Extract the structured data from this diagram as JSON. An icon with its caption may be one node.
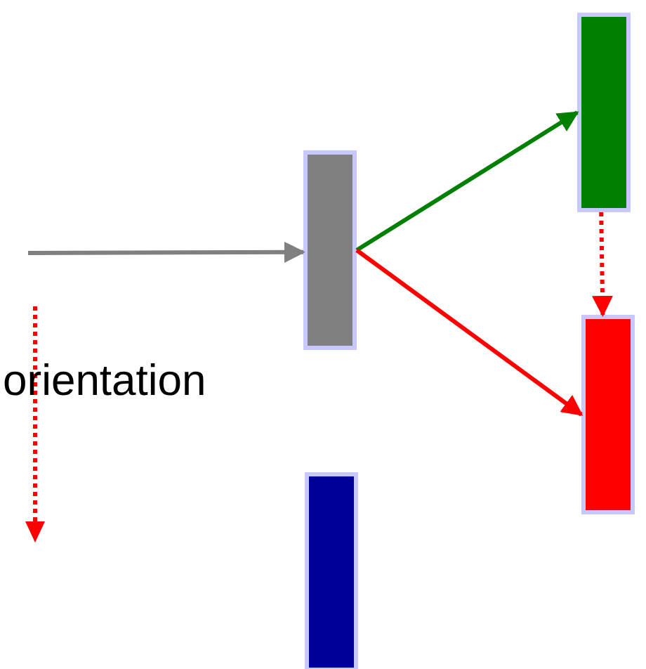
{
  "diagram": {
    "nodes": [
      {
        "text": [],
        "shape": "bar"
      },
      {
        "text": [],
        "shape": "bar"
      },
      {
        "text": [],
        "shape": "bar"
      },
      {
        "text": [],
        "shape": "bar"
      }
    ],
    "edges": [
      {
        "from": null,
        "to": 1,
        "arrow": "to",
        "color": "#808080"
      },
      {
        "from": 1,
        "to": 0,
        "arrow": "to",
        "color": "#008000"
      },
      {
        "from": 1,
        "to": 2,
        "arrow": "to",
        "color": "#ff0000"
      },
      {
        "from": 0,
        "to": 2,
        "arrow": "to",
        "style": "dashed",
        "color": "#ff0000"
      }
    ],
    "labels": [
      "orientation"
    ]
  }
}
